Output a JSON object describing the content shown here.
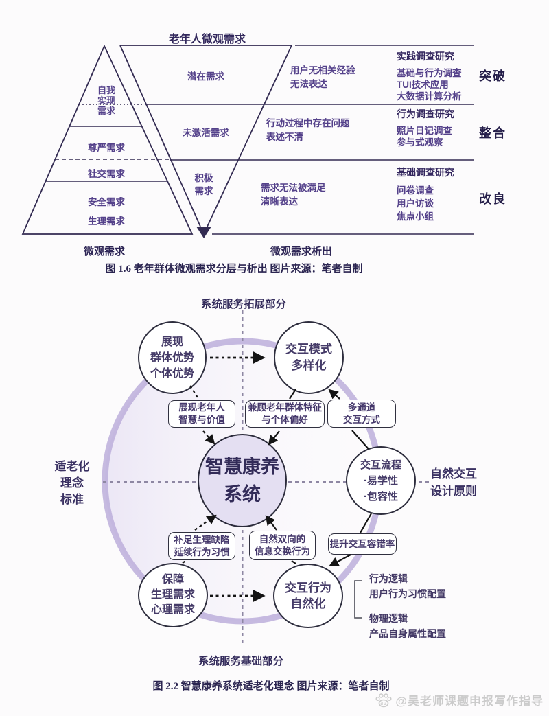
{
  "colors": {
    "text_purple": "#54418a",
    "text_dark": "#33265e",
    "line": "#332b52",
    "ring": "#c4b9e0",
    "center_fill": "#e4dff2",
    "arrow": "#141414",
    "watermark_gray": "#cbcbcb"
  },
  "figure1": {
    "title": "老年人微观需求",
    "pyramid_top": [
      "自我",
      "实现",
      "需求"
    ],
    "pyramid_levels": [
      "尊严需求",
      "社交需求",
      "安全需求",
      "生理需求"
    ],
    "funnel": {
      "l1": "潜在需求",
      "l2": "未激活需求",
      "l3a": "积极",
      "l3b": "需求"
    },
    "axis_left": "微观需求",
    "axis_right": "微观需求析出",
    "rows": [
      {
        "problem": [
          "用户无相关经验",
          "无法表达"
        ],
        "method_title": "实践调查研究",
        "methods": [
          "基础与行为调查",
          "TUI技术应用",
          "大数据计算分析"
        ],
        "outcome": "突破"
      },
      {
        "problem": [
          "行动过程中存在问题",
          "表述不清"
        ],
        "method_title": "行为调查研究",
        "methods": [
          "照片日记调查",
          "参与式观察"
        ],
        "outcome": "整合"
      },
      {
        "problem": [
          "需求无法被满足",
          "清晰表达"
        ],
        "method_title": "基础调查研究",
        "methods": [
          "问卷调查",
          "用户访谈",
          "焦点小组"
        ],
        "outcome": "改良"
      }
    ],
    "caption": "图 1.6 老年群体微观需求分层与析出 图片来源：笔者自制"
  },
  "figure2": {
    "top_label": "系统服务拓展部分",
    "bottom_label": "系统服务基础部分",
    "left_label": [
      "适老化",
      "理念",
      "标准"
    ],
    "right_label": [
      "自然交互",
      "设计原则"
    ],
    "center_circle": [
      "智慧康养",
      "系统"
    ],
    "circle_top_left": [
      "展现",
      "群体优势",
      "个体优势"
    ],
    "circle_top_right": [
      "交互模式",
      "多样化"
    ],
    "circle_right": [
      "交互流程",
      "·易学性",
      "·包容性"
    ],
    "circle_bottom_left": [
      "保障",
      "生理需求",
      "心理需求"
    ],
    "circle_bottom_right": [
      "交互行为",
      "自然化"
    ],
    "box_show_wisdom": [
      "展现老年人",
      "智慧与价值"
    ],
    "box_balance": [
      "兼顾老年群体特征",
      "与个体偏好"
    ],
    "box_multichannel": [
      "多通道",
      "交互方式"
    ],
    "box_compensate": [
      "补足生理缺陷",
      "延续行为习惯"
    ],
    "box_natural_exchange": [
      "自然双向的",
      "信息交换行为"
    ],
    "box_fault_tolerance": "提升交互容错率",
    "notes": [
      "行为逻辑",
      "用户行为习惯配置",
      "物理逻辑",
      "产品自身属性配置"
    ],
    "caption": "图 2.2 智慧康养系统适老化理念 图片来源：笔者自制"
  },
  "watermark": {
    "icon": "paw-icon",
    "badge": "du",
    "text": "@吴老师课题申报写作指导"
  }
}
